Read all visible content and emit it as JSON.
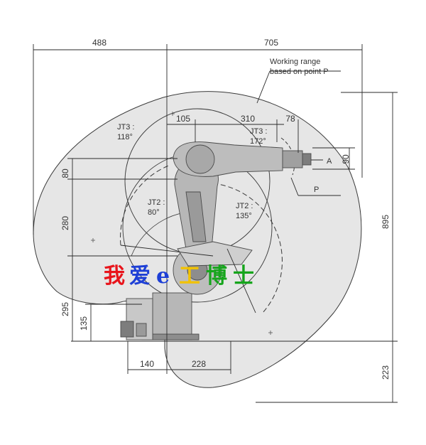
{
  "dimensions": {
    "top_left": "488",
    "top_right": "705",
    "d105": "105",
    "d310": "310",
    "d78": "78",
    "d90": "90",
    "d895": "895",
    "d80": "80",
    "d280": "280",
    "d295": "295",
    "d135": "135",
    "d140": "140",
    "d228": "228",
    "d223": "223"
  },
  "labels": {
    "working_range_line1": "Working range",
    "working_range_line2": "based on point P",
    "jt3_upper_line1": "JT3 :",
    "jt3_upper_line2": "118°",
    "jt3_front_line1": "JT3 :",
    "jt3_front_line2": "172°",
    "jt2_rear_line1": "JT2 :",
    "jt2_rear_line2": "80°",
    "jt2_front_line1": "JT2 :",
    "jt2_front_line2": "135°",
    "point_a": "A",
    "point_p": "P"
  },
  "watermark": {
    "chars": [
      "我",
      "爱",
      "e",
      "工",
      "博",
      "士"
    ],
    "colors": [
      "#e8141b",
      "#1d3fd6",
      "#1d3fd6",
      "#f2c200",
      "#16a51c",
      "#16a51c"
    ]
  },
  "colors": {
    "range_fill": "#e6e6e6",
    "robot_fill": "#b7b7b7",
    "robot_dark": "#7d7d7d",
    "line": "#2a2a2a"
  }
}
